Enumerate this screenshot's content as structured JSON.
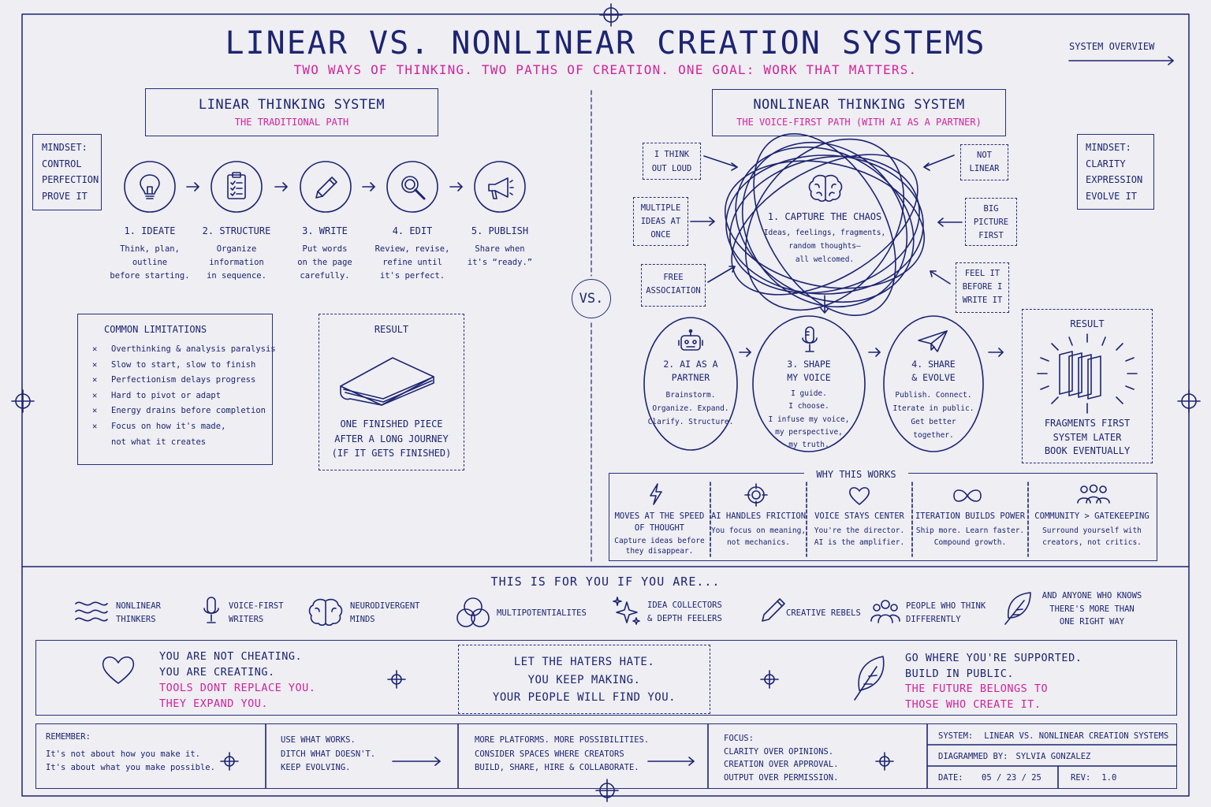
{
  "header": {
    "title": "LINEAR VS. NONLINEAR CREATION SYSTEMS",
    "subtitle": "TWO WAYS OF THINKING. TWO PATHS OF CREATION. ONE GOAL: WORK THAT MATTERS.",
    "overview_label": "SYSTEM OVERVIEW"
  },
  "vs_label": "VS.",
  "linear": {
    "title": "LINEAR THINKING SYSTEM",
    "subtitle": "THE TRADITIONAL PATH",
    "mindset": [
      "MINDSET:",
      "CONTROL",
      "PERFECTION",
      "PROVE IT"
    ],
    "steps": [
      {
        "icon": "lightbulb-icon",
        "title": "1. IDEATE",
        "desc": [
          "Think, plan,",
          "outline",
          "before starting."
        ]
      },
      {
        "icon": "clipboard-icon",
        "title": "2. STRUCTURE",
        "desc": [
          "Organize",
          "information",
          "in sequence."
        ]
      },
      {
        "icon": "pencil-icon",
        "title": "3. WRITE",
        "desc": [
          "Put words",
          "on the page",
          "carefully."
        ]
      },
      {
        "icon": "magnifier-icon",
        "title": "4. EDIT",
        "desc": [
          "Review, revise,",
          "refine until",
          "it's perfect."
        ]
      },
      {
        "icon": "megaphone-icon",
        "title": "5. PUBLISH",
        "desc": [
          "Share when",
          "it's “ready.”"
        ]
      }
    ],
    "limitations": {
      "title": "COMMON LIMITATIONS",
      "items": [
        [
          "Overthinking & analysis paralysis"
        ],
        [
          "Slow to start, slow to finish"
        ],
        [
          "Perfectionism delays progress"
        ],
        [
          "Hard to pivot or adapt"
        ],
        [
          "Energy drains before completion"
        ],
        [
          "Focus on how it's made,",
          "not what it creates"
        ]
      ]
    },
    "result": {
      "title": "RESULT",
      "lines": [
        "ONE FINISHED PIECE",
        "AFTER A LONG JOURNEY",
        "(IF IT GETS FINISHED)"
      ]
    }
  },
  "nonlinear": {
    "title": "NONLINEAR THINKING SYSTEM",
    "subtitle": "THE VOICE-FIRST PATH (WITH AI AS A PARTNER)",
    "mindset": [
      "MINDSET:",
      "CLARITY",
      "EXPRESSION",
      "EVOLVE IT"
    ],
    "traits_left": [
      [
        "I THINK",
        "OUT LOUD"
      ],
      [
        "MULTIPLE",
        "IDEAS AT",
        "ONCE"
      ],
      [
        "FREE",
        "ASSOCIATION"
      ]
    ],
    "traits_right": [
      [
        "NOT",
        "LINEAR"
      ],
      [
        "BIG",
        "PICTURE",
        "FIRST"
      ],
      [
        "FEEL IT",
        "BEFORE I",
        "WRITE IT"
      ]
    ],
    "chaos": {
      "title": "1. CAPTURE THE CHAOS",
      "desc": [
        "Ideas, feelings, fragments,",
        "random thoughts—",
        "all welcomed."
      ]
    },
    "stages": [
      {
        "icon": "robot-icon",
        "title": [
          "2. AI AS A",
          "PARTNER"
        ],
        "desc": [
          "Brainstorm.",
          "Organize. Expand.",
          "Clarify. Structure."
        ]
      },
      {
        "icon": "microphone-icon",
        "title": [
          "3. SHAPE",
          "MY VOICE"
        ],
        "desc": [
          "I guide.",
          "I choose.",
          "I infuse my voice,",
          "my perspective,",
          "my truth."
        ]
      },
      {
        "icon": "paper-plane-icon",
        "title": [
          "4. SHARE",
          "& EVOLVE"
        ],
        "desc": [
          "Publish. Connect.",
          "Iterate in public.",
          "Get better",
          "together."
        ]
      }
    ],
    "result": {
      "title": "RESULT",
      "lines": [
        "FRAGMENTS FIRST",
        "SYSTEM LATER",
        "BOOK EVENTUALLY"
      ]
    },
    "why": {
      "title": "WHY THIS WORKS",
      "items": [
        {
          "icon": "lightning-icon",
          "title": [
            "MOVES AT THE SPEED",
            "OF THOUGHT"
          ],
          "desc": [
            "Capture ideas before",
            "they disappear."
          ]
        },
        {
          "icon": "target-icon",
          "title": [
            "AI HANDLES FRICTION"
          ],
          "desc": [
            "You focus on meaning,",
            "not mechanics."
          ]
        },
        {
          "icon": "heart-icon",
          "title": [
            "VOICE STAYS CENTER"
          ],
          "desc": [
            "You're the director.",
            "AI is the amplifier."
          ]
        },
        {
          "icon": "infinity-icon",
          "title": [
            "ITERATION BUILDS POWER"
          ],
          "desc": [
            "Ship more. Learn faster.",
            "Compound growth."
          ]
        },
        {
          "icon": "community-icon",
          "title": [
            "COMMUNITY > GATEKEEPING"
          ],
          "desc": [
            "Surround yourself with",
            "creators, not critics."
          ]
        }
      ]
    }
  },
  "audience": {
    "title": "THIS IS FOR YOU IF YOU ARE...",
    "items": [
      {
        "icon": "waves-icon",
        "lines": [
          "NONLINEAR",
          "THINKERS"
        ]
      },
      {
        "icon": "microphone-icon",
        "lines": [
          "VOICE-FIRST",
          "WRITERS"
        ]
      },
      {
        "icon": "brain-icon",
        "lines": [
          "NEURODIVERGENT",
          "MINDS"
        ]
      },
      {
        "icon": "circles-icon",
        "lines": [
          "MULTIPOTENTIALITES"
        ]
      },
      {
        "icon": "sparkle-icon",
        "lines": [
          "IDEA COLLECTORS",
          "& DEPTH FEELERS"
        ]
      },
      {
        "icon": "pencil-icon",
        "lines": [
          "CREATIVE REBELS"
        ]
      },
      {
        "icon": "people-icon",
        "lines": [
          "PEOPLE WHO THINK",
          "DIFFERENTLY"
        ]
      },
      {
        "icon": "leaf-icon",
        "lines": [
          "AND ANYONE WHO KNOWS",
          "THERE'S MORE THAN",
          "ONE RIGHT WAY"
        ]
      }
    ]
  },
  "affirmations": {
    "left": {
      "navy": [
        "YOU ARE NOT CHEATING.",
        "YOU ARE CREATING."
      ],
      "pink": [
        "TOOLS DONT REPLACE YOU.",
        "THEY EXPAND YOU."
      ]
    },
    "center": [
      "LET THE HATERS HATE.",
      "YOU KEEP MAKING.",
      "YOUR PEOPLE WILL FIND YOU."
    ],
    "right": {
      "navy": [
        "GO WHERE YOU'RE SUPPORTED.",
        "BUILD IN PUBLIC."
      ],
      "pink": [
        "THE FUTURE BELONGS TO",
        "THOSE WHO CREATE IT."
      ]
    }
  },
  "footer": {
    "remember": {
      "title": "REMEMBER:",
      "lines": [
        "It's not about how you make it.",
        "It's about what you make possible."
      ]
    },
    "use": [
      "USE WHAT WORKS.",
      "DITCH WHAT DOESN'T.",
      "KEEP EVOLVING."
    ],
    "platforms": [
      "MORE PLATFORMS. MORE POSSIBILITIES.",
      "CONSIDER SPACES WHERE CREATORS",
      "BUILD, SHARE, HIRE & COLLABORATE."
    ],
    "focus": [
      "FOCUS:",
      "CLARITY OVER OPINIONS.",
      "CREATION OVER APPROVAL.",
      "OUTPUT OVER PERMISSION."
    ],
    "meta": {
      "system_label": "SYSTEM:",
      "system_value": "LINEAR VS. NONLINEAR CREATION SYSTEMS",
      "diagrammed_label": "DIAGRAMMED BY:",
      "diagrammed_value": "SYLVIA GONZALEZ",
      "date_label": "DATE:",
      "date_value": "05 / 23 / 25",
      "rev_label": "REV:",
      "rev_value": "1.0"
    }
  },
  "colors": {
    "navy": "#1d2470",
    "pink": "#d2239a",
    "background": "#eeeef3"
  }
}
